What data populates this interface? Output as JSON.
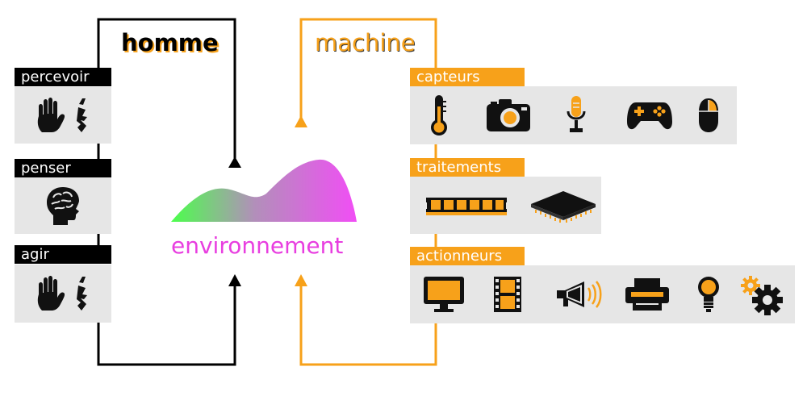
{
  "titles": {
    "homme": "homme",
    "machine": "machine"
  },
  "homme": {
    "percevoir": "percevoir",
    "penser": "penser",
    "agir": "agir"
  },
  "machine": {
    "capteurs": "capteurs",
    "traitements": "traitements",
    "actionneurs": "actionneurs"
  },
  "environment_label": "environnement",
  "icons": {
    "percevoir": [
      "hand-icon",
      "face-profile-icon"
    ],
    "penser": [
      "brain-head-icon"
    ],
    "agir": [
      "hand-icon",
      "face-profile-icon"
    ],
    "capteurs": [
      "thermometer-icon",
      "camera-icon",
      "microphone-icon",
      "gamepad-icon",
      "mouse-icon"
    ],
    "traitements": [
      "ram-module-icon",
      "microchip-icon"
    ],
    "actionneurs": [
      "monitor-icon",
      "film-icon",
      "megaphone-icon",
      "printer-icon",
      "lightbulb-icon",
      "gears-icon"
    ]
  },
  "colors": {
    "homme": "#000000",
    "machine": "#f7a11a",
    "panel": "#e6e6e6",
    "environment_gradient": [
      "#4cff4c",
      "#f14ef5"
    ]
  }
}
